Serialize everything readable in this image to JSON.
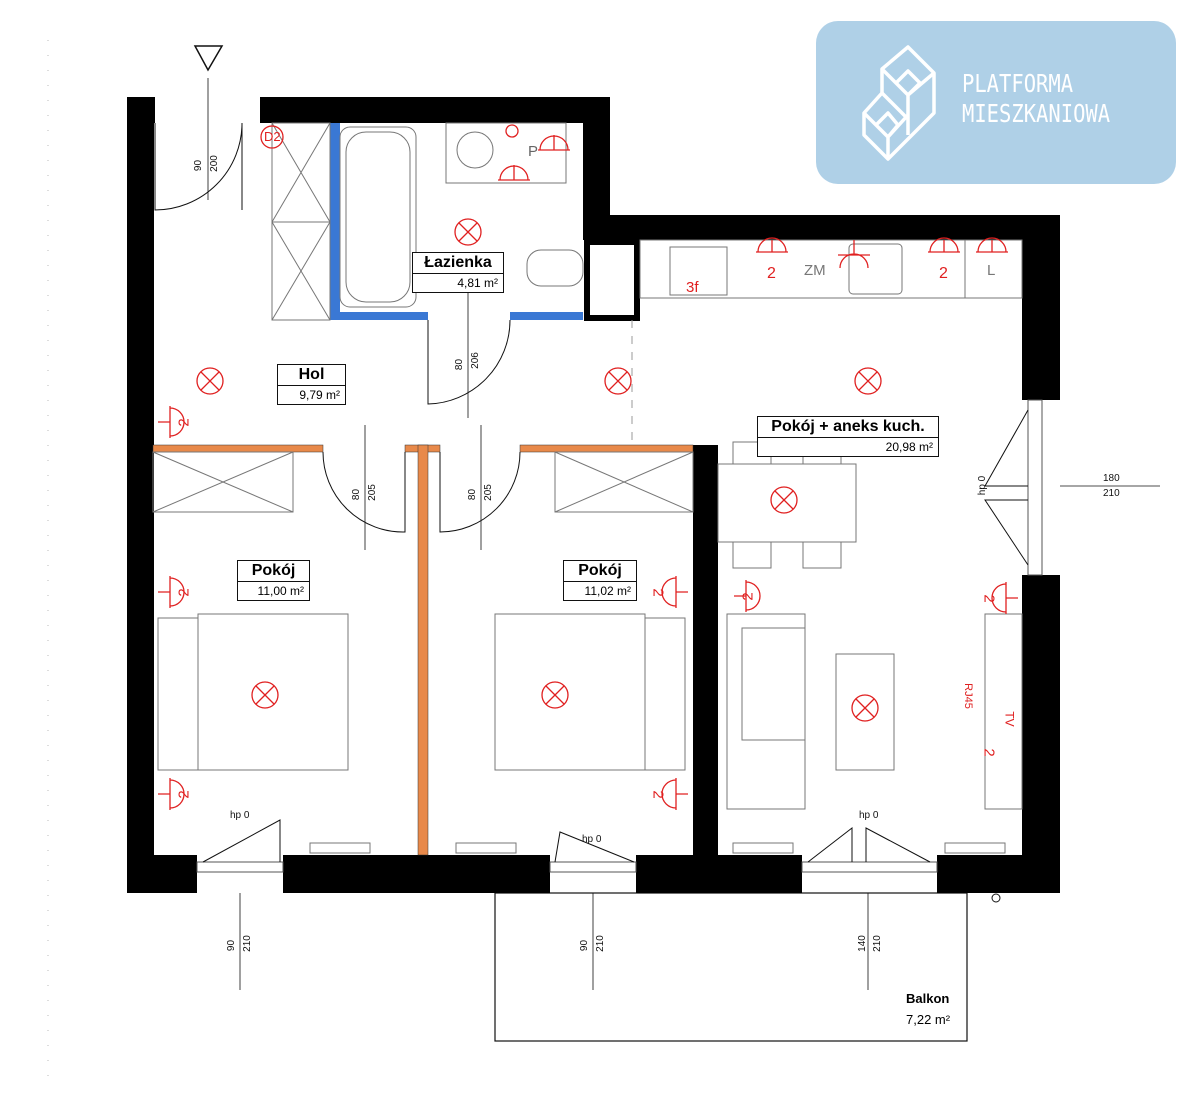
{
  "logo": {
    "line1": "PLATFORMA",
    "line2": "MIESZKANIOWA"
  },
  "rooms": {
    "bathroom": {
      "name": "Łazienka",
      "area": "4,81 m²"
    },
    "hall": {
      "name": "Hol",
      "area": "9,79 m²"
    },
    "room_left": {
      "name": "Pokój",
      "area": "11,00 m²"
    },
    "room_right": {
      "name": "Pokój",
      "area": "11,02 m²"
    },
    "living": {
      "name": "Pokój + aneks kuch.",
      "area": "20,98 m²"
    },
    "balcony": {
      "name": "Balkon",
      "area": "7,22 m²"
    }
  },
  "dimensions": {
    "entrance": [
      "90",
      "200"
    ],
    "bathroom_door": [
      "80",
      "206"
    ],
    "left_room_door": [
      "80",
      "205"
    ],
    "right_room_door": [
      "80",
      "205"
    ],
    "window_left": [
      "90",
      "210"
    ],
    "window_mid": [
      "90",
      "210"
    ],
    "balcony_door": [
      "140",
      "210"
    ],
    "window_east": [
      "180",
      "210"
    ],
    "hp": "hp 0"
  },
  "symbols": {
    "d2": "D2",
    "p": "P",
    "three_f": "3f",
    "zm": "ZM",
    "l": "L",
    "two": "2",
    "rj45": "RJ45",
    "tv": "TV"
  },
  "colors": {
    "wall": "#000000",
    "partition": "#e8894a",
    "bathroom_wall": "#3a78d4",
    "electric": "#e02020",
    "logo_bg": "#afd0e7"
  }
}
